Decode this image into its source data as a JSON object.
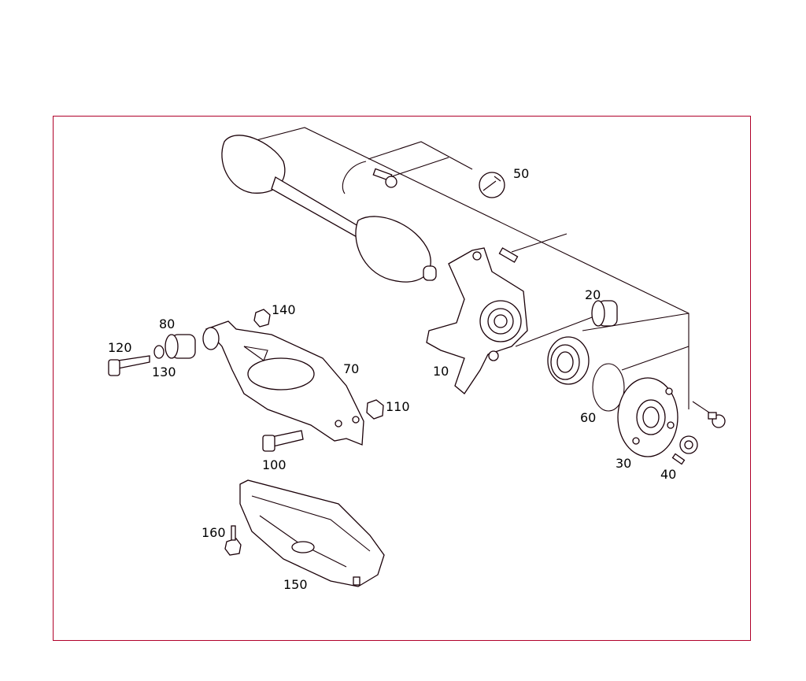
{
  "diagram": {
    "frame_color": "#b0002a",
    "line_color": "#1a0008",
    "parts": [
      {
        "id": "p10",
        "label": "10"
      },
      {
        "id": "p20",
        "label": "20"
      },
      {
        "id": "p30",
        "label": "30"
      },
      {
        "id": "p40",
        "label": "40"
      },
      {
        "id": "p50",
        "label": "50"
      },
      {
        "id": "p60",
        "label": "60"
      },
      {
        "id": "p70",
        "label": "70"
      },
      {
        "id": "p80",
        "label": "80"
      },
      {
        "id": "p100",
        "label": "100"
      },
      {
        "id": "p110",
        "label": "110"
      },
      {
        "id": "p120",
        "label": "120"
      },
      {
        "id": "p130",
        "label": "130"
      },
      {
        "id": "p140",
        "label": "140"
      },
      {
        "id": "p150",
        "label": "150"
      },
      {
        "id": "p160",
        "label": "160"
      }
    ]
  }
}
